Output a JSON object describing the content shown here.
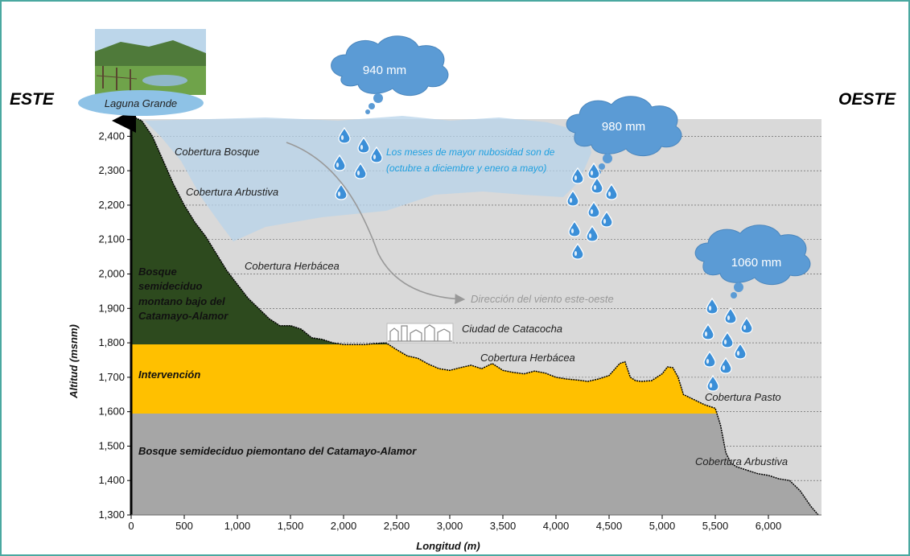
{
  "chart_data": {
    "type": "area",
    "xlabel": "Longitud (m)",
    "ylabel": "Altitud (msnm)",
    "xlim": [
      0,
      6500
    ],
    "ylim": [
      1300,
      2450
    ],
    "x_ticks": [
      0,
      500,
      1000,
      1500,
      2000,
      2500,
      3000,
      3500,
      4000,
      4500,
      5000,
      5500,
      6000
    ],
    "x_tick_labels": [
      "0",
      "500",
      "1,000",
      "1,500",
      "2,000",
      "2,500",
      "3,000",
      "3,500",
      "4,000",
      "4,500",
      "5,000",
      "5,500",
      "6,000"
    ],
    "y_ticks": [
      1300,
      1400,
      1500,
      1600,
      1700,
      1800,
      1900,
      2000,
      2100,
      2200,
      2300,
      2400
    ],
    "y_tick_labels": [
      "1,300",
      "1,400",
      "1,500",
      "1,600",
      "1,700",
      "1,800",
      "1,900",
      "2,000",
      "2,100",
      "2,200",
      "2,300",
      "2,400"
    ],
    "grid": true,
    "profile": {
      "x": [
        0,
        100,
        200,
        300,
        400,
        500,
        600,
        700,
        800,
        900,
        1000,
        1100,
        1200,
        1300,
        1400,
        1500,
        1600,
        1700,
        1800,
        1900,
        2000,
        2100,
        2200,
        2300,
        2400,
        2500,
        2600,
        2700,
        2800,
        2900,
        3000,
        3100,
        3200,
        3300,
        3400,
        3500,
        3600,
        3700,
        3800,
        3900,
        4000,
        4100,
        4200,
        4300,
        4400,
        4500,
        4600,
        4650,
        4700,
        4750,
        4800,
        4900,
        5000,
        5050,
        5100,
        5150,
        5200,
        5300,
        5400,
        5500,
        5550,
        5600,
        5650,
        5700,
        5800,
        5900,
        6000,
        6100,
        6200,
        6300,
        6400,
        6470
      ],
      "y": [
        2460,
        2445,
        2400,
        2330,
        2260,
        2200,
        2150,
        2110,
        2060,
        2010,
        1970,
        1930,
        1900,
        1870,
        1850,
        1850,
        1840,
        1815,
        1810,
        1800,
        1795,
        1795,
        1795,
        1798,
        1800,
        1780,
        1762,
        1755,
        1738,
        1725,
        1720,
        1728,
        1735,
        1725,
        1740,
        1720,
        1714,
        1710,
        1718,
        1712,
        1700,
        1695,
        1692,
        1688,
        1695,
        1705,
        1740,
        1745,
        1700,
        1690,
        1688,
        1690,
        1710,
        1730,
        1728,
        1700,
        1650,
        1635,
        1620,
        1610,
        1560,
        1480,
        1450,
        1440,
        1430,
        1420,
        1415,
        1405,
        1400,
        1370,
        1325,
        1300
      ]
    },
    "zones": [
      {
        "name": "Bosque semideciduo montano bajo del Catamayo-Alamor",
        "color": "#2d4a1e",
        "y_bottom": 1800
      },
      {
        "name": "Intervención",
        "color": "#ffc000",
        "y_range": [
          1600,
          1800
        ]
      },
      {
        "name": "Bosque semideciduo piemontano del Catamayo-Alamor",
        "color": "#a6a6a6",
        "y_top": 1600
      }
    ],
    "rainfall": [
      {
        "label": "940 mm"
      },
      {
        "label": "980 mm"
      },
      {
        "label": "1060 mm"
      }
    ],
    "colors": {
      "plot_bg": "#d9d9d9",
      "forest": "#2d4a1e",
      "intervention": "#ffc000",
      "piedmont": "#a6a6a6",
      "cloud": "#5b9bd5",
      "mist": "#b7d3ea",
      "frame": "#4aa8a0"
    }
  },
  "labels": {
    "este": "ESTE",
    "oeste": "OESTE",
    "laguna": "Laguna Grande",
    "cob_bosque": "Cobertura Bosque",
    "cob_arbustiva_top": "Cobertura Arbustiva",
    "cob_herbacea_top": "Cobertura Herbácea",
    "nubosidad_1": "Los meses de mayor nubosidad son de",
    "nubosidad_2": "(octubre a diciembre y enero a mayo)",
    "viento": "Dirección del viento este-oeste",
    "ciudad": "Ciudad de Catacocha",
    "cob_herbacea_mid": "Cobertura Herbácea",
    "cob_pasto": "Cobertura Pasto",
    "cob_arbustiva_low": "Cobertura Arbustiva",
    "zona_bosque_1": "Bosque",
    "zona_bosque_2": "semideciduo",
    "zona_bosque_3": "montano bajo del",
    "zona_bosque_4": "Catamayo-Alamor",
    "zona_intervencion": "Intervención",
    "zona_piemontano": "Bosque semideciduo piemontano del Catamayo-Alamor"
  }
}
